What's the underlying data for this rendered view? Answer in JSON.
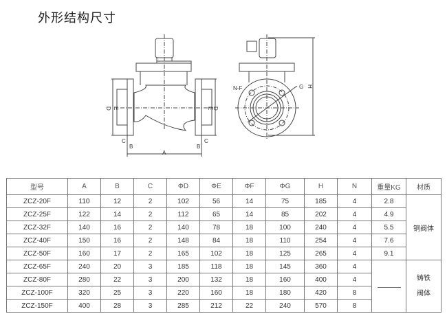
{
  "title": "外形结构尺寸",
  "drawing": {
    "labels": {
      "D": "D",
      "E": "E",
      "C": "C",
      "B": "B",
      "A": "A",
      "NF": "N-F",
      "G": "G",
      "H": "H"
    }
  },
  "table": {
    "headers": [
      "型号",
      "A",
      "B",
      "C",
      "ΦD",
      "ΦE",
      "ΦF",
      "ΦG",
      "H",
      "N",
      "重量KG",
      "材质"
    ],
    "rows": [
      [
        "ZCZ-20F",
        "110",
        "12",
        "2",
        "102",
        "56",
        "14",
        "75",
        "185",
        "4",
        "2.8"
      ],
      [
        "ZCZ-25F",
        "122",
        "14",
        "2",
        "112",
        "65",
        "14",
        "85",
        "202",
        "4",
        "4.9"
      ],
      [
        "ZCZ-32F",
        "140",
        "16",
        "2",
        "140",
        "78",
        "18",
        "100",
        "240",
        "4",
        "5.5"
      ],
      [
        "ZCZ-40F",
        "150",
        "16",
        "2",
        "148",
        "84",
        "18",
        "110",
        "254",
        "4",
        "7.6"
      ],
      [
        "ZCZ-50F",
        "160",
        "17",
        "2",
        "165",
        "102",
        "18",
        "125",
        "265",
        "4",
        "9.1"
      ],
      [
        "ZCZ-65F",
        "240",
        "20",
        "3",
        "185",
        "118",
        "18",
        "145",
        "360",
        "4"
      ],
      [
        "ZCZ-80F",
        "280",
        "22",
        "3",
        "200",
        "132",
        "18",
        "160",
        "400",
        "4"
      ],
      [
        "ZCZ-100F",
        "320",
        "25",
        "3",
        "220",
        "160",
        "18",
        "180",
        "420",
        "8"
      ],
      [
        "ZCZ-150F",
        "400",
        "28",
        "3",
        "285",
        "212",
        "22",
        "240",
        "570",
        "8"
      ]
    ],
    "material_copper": "铜阀体",
    "material_iron_1": "铸铁",
    "material_iron_2": "阀体"
  }
}
